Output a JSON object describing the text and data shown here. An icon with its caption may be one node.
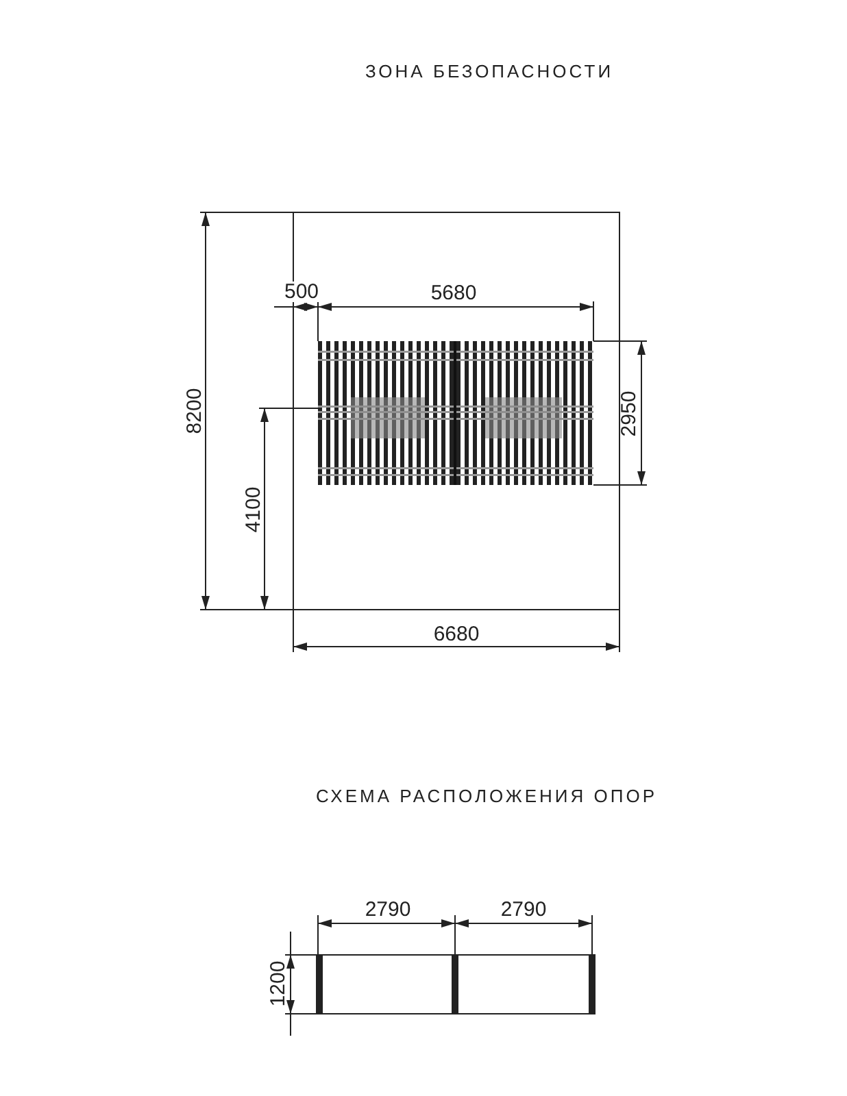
{
  "diagram": {
    "labels": [
      "ЗОНА БЕЗОПАСНОСТИ",
      "8200",
      "4100",
      "500",
      "5680",
      "2950",
      "6680",
      "СХЕМА РАСПОЛОЖЕНИЯ ОПОР",
      "2790",
      "2790",
      "1200"
    ]
  }
}
